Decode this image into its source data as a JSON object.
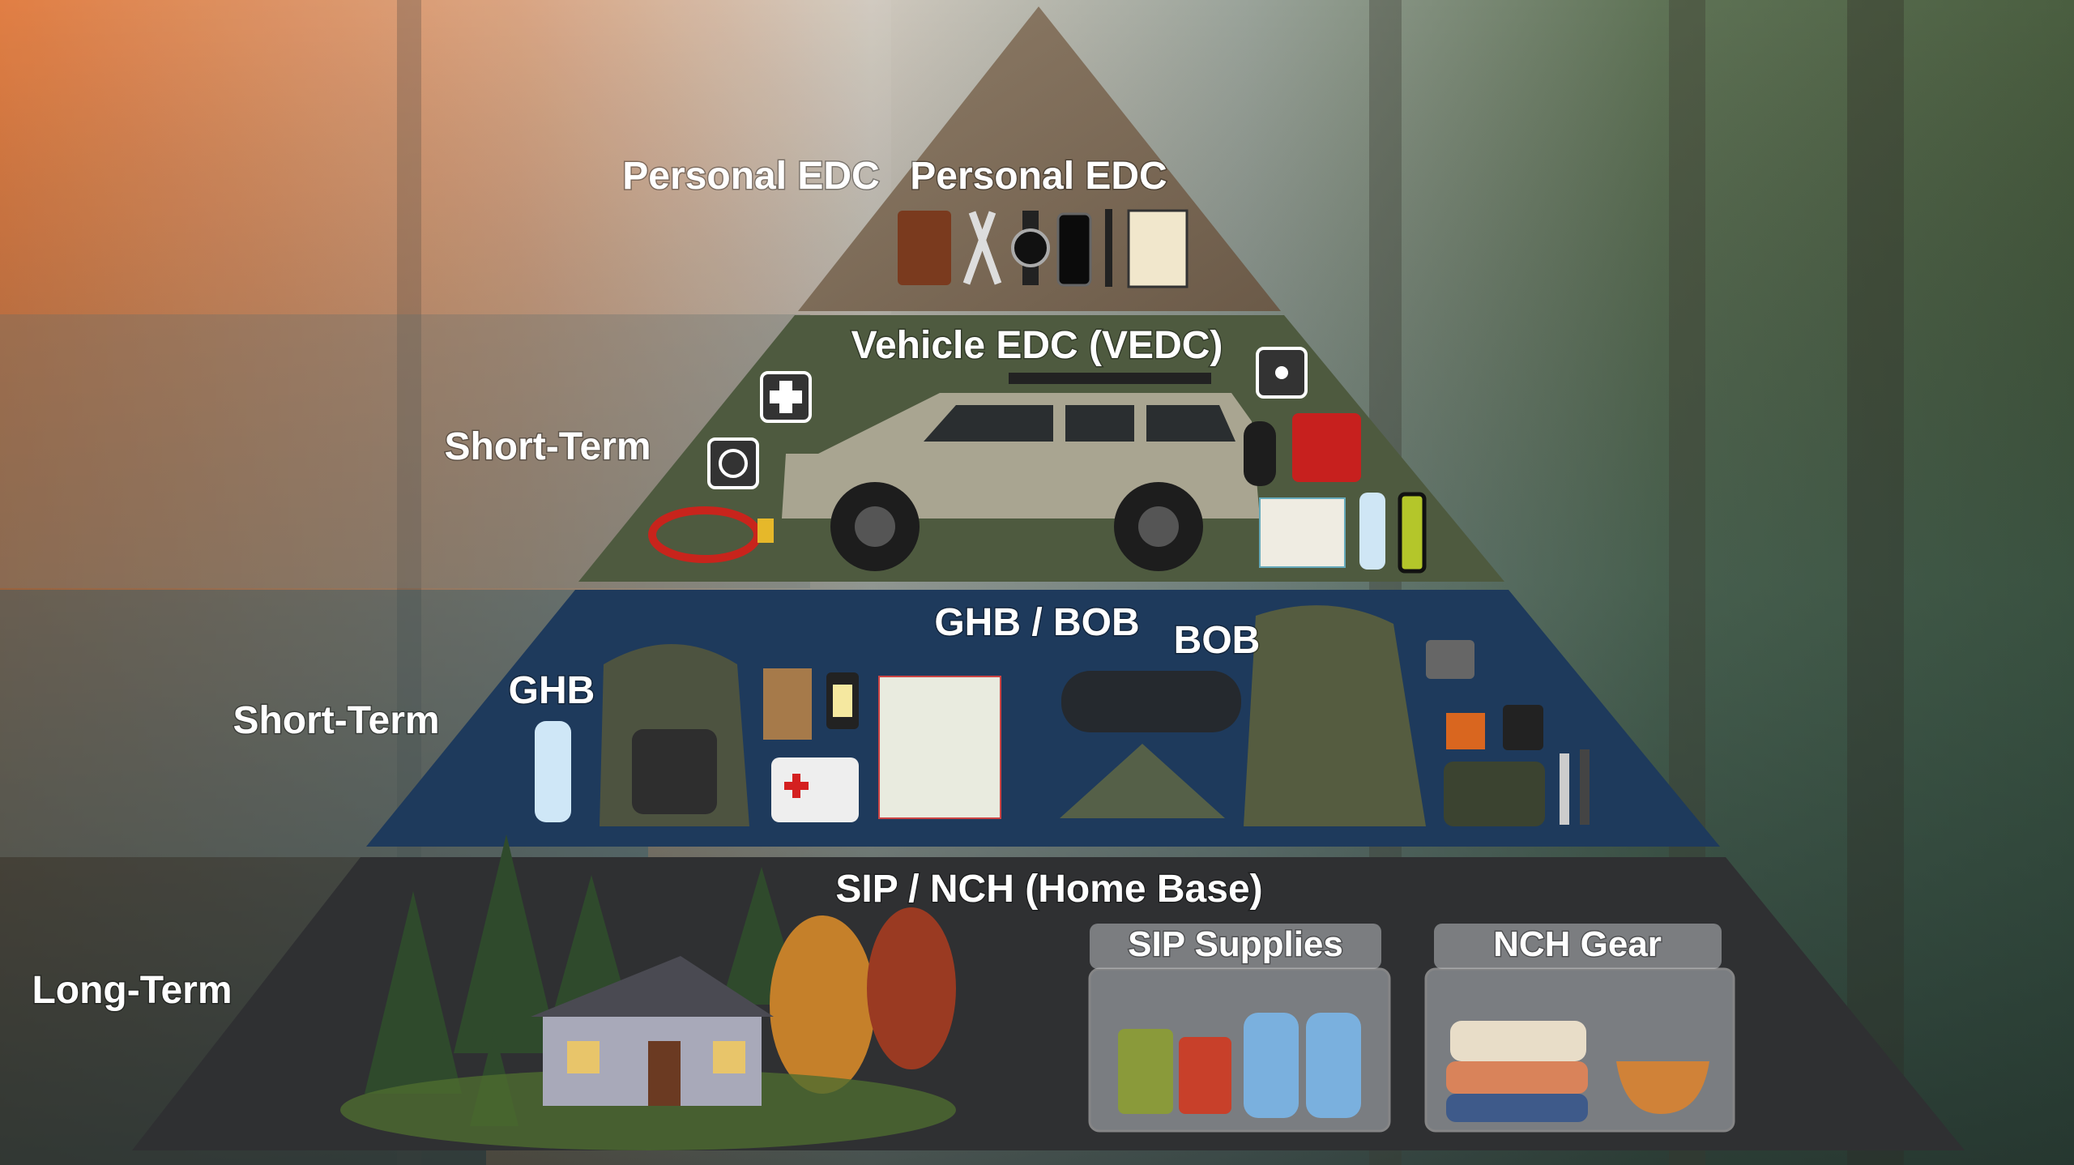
{
  "tiers": [
    {
      "side_label": "Personal EDC",
      "title": "Personal EDC",
      "items": [
        "wallet",
        "multitool",
        "watch",
        "phone",
        "pen",
        "notebook"
      ]
    },
    {
      "side_label": "Short-Term",
      "title": "Vehicle EDC (VEDC)",
      "items": [
        "first-aid",
        "recovery-gear",
        "light",
        "jumper-cables",
        "vehicle",
        "fuel-can",
        "map",
        "water-bottle",
        "thermos"
      ]
    },
    {
      "side_label": "Short-Term",
      "title": "GHB / BOB",
      "ghb_label": "GHB",
      "bob_label": "BOB",
      "items": [
        "water-bottle",
        "backpack",
        "food-pack",
        "lantern",
        "first-aid-kit",
        "map",
        "sleeping-bag",
        "tent",
        "large-backpack",
        "stove",
        "cook-pot",
        "tarp-bundle",
        "tools"
      ]
    },
    {
      "side_label": "Long-Term",
      "title": "SIP / NCH (Home Base)",
      "bins": [
        "SIP Supplies",
        "NCH Gear"
      ],
      "items": [
        "trees",
        "house",
        "canned-food",
        "water-jugs",
        "clothes",
        "bowl"
      ]
    }
  ],
  "colors": {
    "tier1": "#7a6a58",
    "tier2": "#4e5a3f",
    "tier3": "#1e3a5c",
    "tier4": "#2f3032",
    "accent": "#e57a35"
  }
}
